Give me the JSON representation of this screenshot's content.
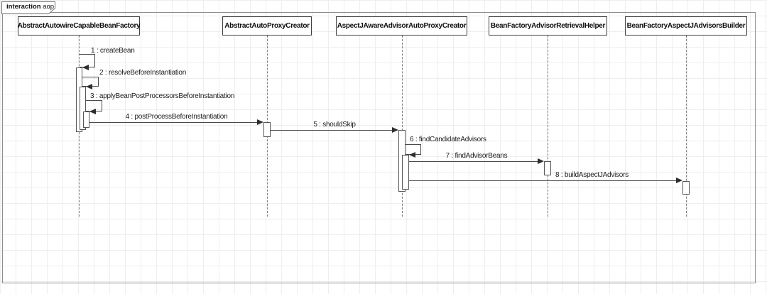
{
  "frame": {
    "keyword": "interaction",
    "name": "aop"
  },
  "lifelines": [
    {
      "name": "AbstractAutowireCapableBeanFactory"
    },
    {
      "name": "AbstractAutoProxyCreator"
    },
    {
      "name": "AspectJAwareAdvisorAutoProxyCreator"
    },
    {
      "name": "BeanFactoryAdvisorRetrievalHelper"
    },
    {
      "name": "BeanFactoryAspectJAdvisorsBuilder"
    }
  ],
  "messages": [
    {
      "label": "1 : createBean"
    },
    {
      "label": "2 : resolveBeforeInstantiation"
    },
    {
      "label": "3 : applyBeanPostProcessorsBeforeInstantiation"
    },
    {
      "label": "4 : postProcessBeforeInstantiation"
    },
    {
      "label": "5 : shouldSkip"
    },
    {
      "label": "6 : findCandidateAdvisors"
    },
    {
      "label": "7 : findAdvisorBeans"
    },
    {
      "label": "8 : buildAspectJAdvisors"
    }
  ],
  "colors": {
    "line": "#4a4a4a",
    "border": "#3f3f3f",
    "frame_border": "#8c8c8c",
    "grid": "#f1edee",
    "background": "#ffffff"
  }
}
